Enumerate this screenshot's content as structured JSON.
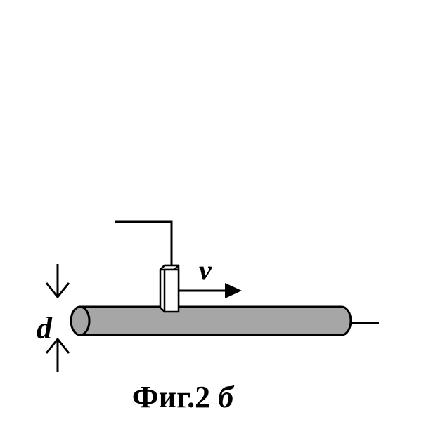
{
  "labels": {
    "diameter": "d",
    "velocity": "v"
  },
  "caption": {
    "main": "Фиг.2",
    "suffix": "б"
  },
  "colors": {
    "rod_fill": "#a6a6a6",
    "stroke": "#000000",
    "background": "#ffffff"
  }
}
